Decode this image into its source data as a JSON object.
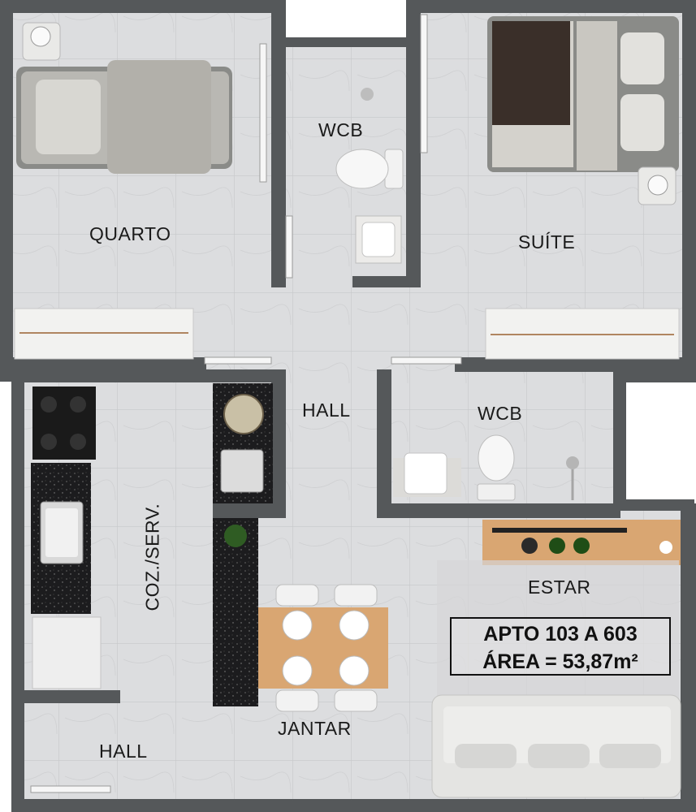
{
  "rooms": {
    "quarto": "QUARTO",
    "suite": "SUÍTE",
    "wcb_top": "WCB",
    "wcb_mid": "WCB",
    "hall_center": "HALL",
    "hall_bottom": "HALL",
    "coz_serv": "COZ./SERV.",
    "estar": "ESTAR",
    "jantar": "JANTAR"
  },
  "info": {
    "apto": "APTO 103 A 603",
    "area": "ÁREA = 53,87m²"
  },
  "colors": {
    "wall": "#55585a",
    "floor": "#dedfe0",
    "countertop": "#1d1d1f",
    "wood": "#d9a672",
    "bedding_dark": "#3a2f29",
    "fabric": "#c9c7c1"
  }
}
